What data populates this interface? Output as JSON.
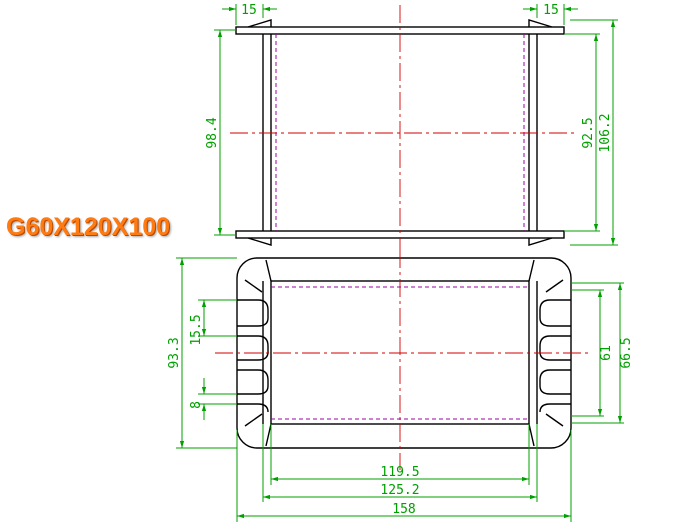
{
  "title": "G60X120X100",
  "colors": {
    "outline": "#000000",
    "dimension": "#00a000",
    "centerline": "#d00000",
    "hidden": "#a000a0",
    "title": "#ff7a10"
  },
  "dimensions": {
    "top_left_flange": "15",
    "top_right_flange": "15",
    "top_left_height": "98.4",
    "top_right_inner": "92.5",
    "top_right_outer": "106.2",
    "bottom_left_total": "93.3",
    "bottom_slot_pitch": "15.5",
    "bottom_slot_width": "8",
    "bottom_right_inner": "61",
    "bottom_right_outer": "66.5",
    "bottom_width_inner": "119.5",
    "bottom_width_mid": "125.2",
    "bottom_width_total": "158"
  }
}
